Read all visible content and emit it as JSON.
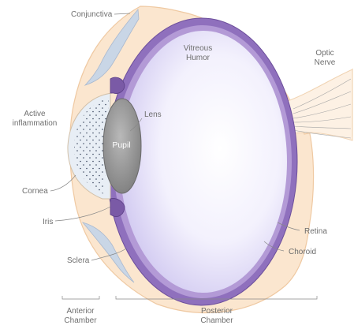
{
  "labels": {
    "conjunctiva": "Conjunctiva",
    "vitreous_line1": "Vitreous",
    "vitreous_line2": "Humor",
    "optic_line1": "Optic",
    "optic_line2": "Nerve",
    "active_line1": "Active",
    "active_line2": "inflammation",
    "lens": "Lens",
    "pupil": "Pupil",
    "cornea": "Cornea",
    "iris": "Iris",
    "retina": "Retina",
    "sclera": "Sclera",
    "choroid": "Choroid",
    "anterior_line1": "Anterior",
    "anterior_line2": "Chamber",
    "posterior_line1": "Posterior",
    "posterior_line2": "Chamber"
  },
  "colors": {
    "sclera": "#f7dcc0",
    "choroid": "#8c6bb8",
    "vitreous": "#e9e6fb",
    "lens": "#8f8f8f",
    "cornea_fill": "#e6eef6",
    "conjunctiva": "#c9d6e6",
    "label_text": "#6e6e6e"
  }
}
